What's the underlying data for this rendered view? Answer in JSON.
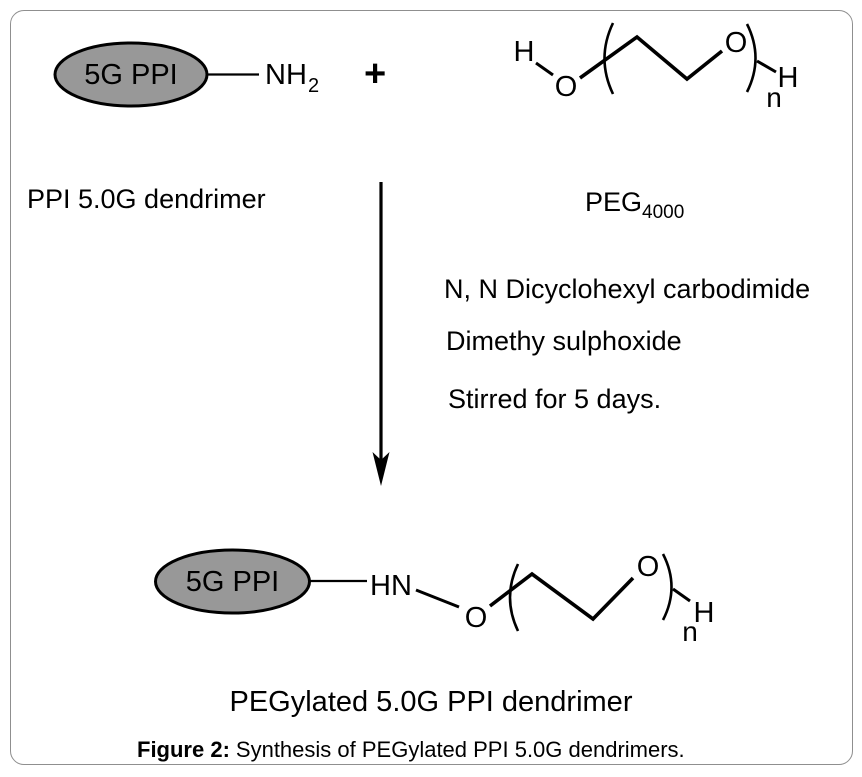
{
  "colors": {
    "ellipse_fill": "#989898",
    "stroke": "#000000",
    "border": "#8f8f8f"
  },
  "reactant_dendrimer": {
    "core_label": "5G PPI",
    "end_group": "NH",
    "end_group_sub": "2",
    "caption": "PPI 5.0G dendrimer"
  },
  "plus_sign": "+",
  "reactant_peg": {
    "h_left": "H",
    "o_left": "O",
    "o_right": "O",
    "h_right": "H",
    "repeat_sub": "n",
    "label": "PEG",
    "label_sub": "4000"
  },
  "reaction_conditions": [
    "N, N Dicyclohexyl carbodimide",
    "Dimethy sulphoxide",
    "Stirred for 5 days."
  ],
  "product": {
    "core_label": "5G PPI",
    "linker": "HN",
    "o_left": "O",
    "o_right": "O",
    "h_right": "H",
    "repeat_sub": "n",
    "caption": "PEGylated 5.0G PPI dendrimer"
  },
  "figure_caption": {
    "label": "Figure 2:",
    "text": "Synthesis of PEGylated PPI 5.0G dendrimers."
  }
}
